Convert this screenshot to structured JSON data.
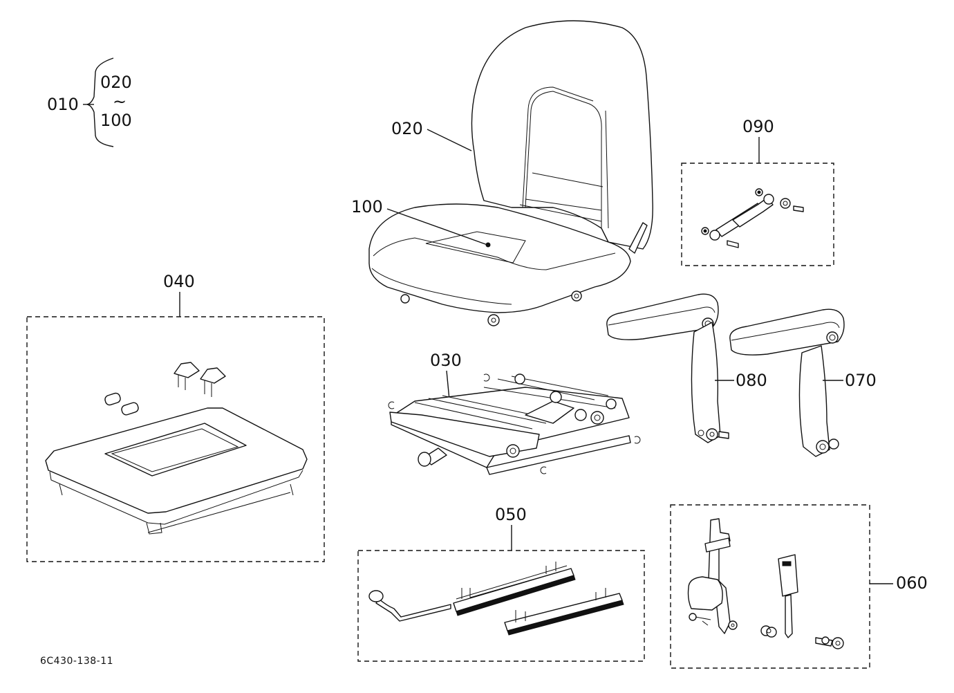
{
  "labels": {
    "set_main": "010",
    "set_from": "020",
    "set_tilde": "~",
    "set_to": "100",
    "backrest": "020",
    "cushion": "100",
    "gas_spring_kit": "090",
    "seat_base_kit": "040",
    "suspension": "030",
    "armrest_left": "080",
    "armrest_right": "070",
    "slide_rail_kit": "050",
    "seat_belt_kit": "060"
  },
  "drawing_code": "6C430-138-11"
}
